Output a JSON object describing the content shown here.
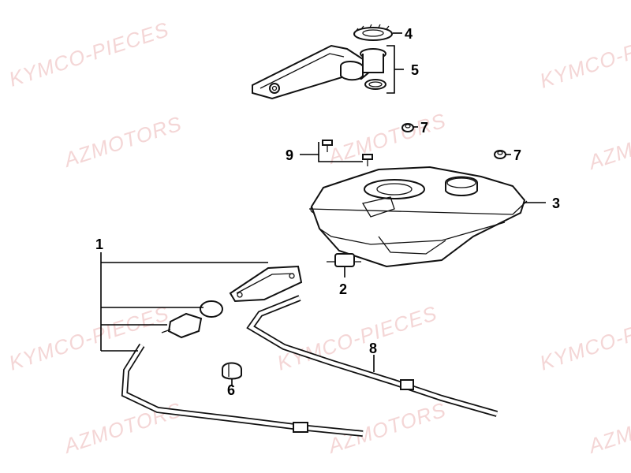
{
  "watermarks": {
    "kymco": "KYMCO-PIECES",
    "azmotors": "AZMOTORS"
  },
  "callouts": {
    "c1": "1",
    "c2": "2",
    "c3": "3",
    "c4": "4",
    "c5": "5",
    "c6": "6",
    "c7a": "7",
    "c7b": "7",
    "c8": "8",
    "c9": "9"
  },
  "colors": {
    "watermark": "#e8a5a5",
    "line": "#000000"
  }
}
